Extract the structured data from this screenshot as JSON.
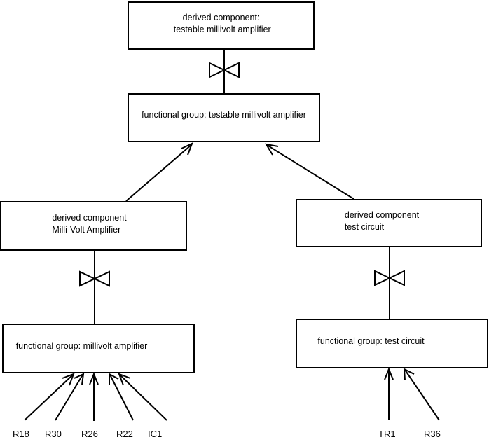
{
  "diagram": {
    "type": "component-hierarchy-diagram",
    "background_color": "#ffffff",
    "line_color": "#000000",
    "nodes": [
      {
        "id": "derived-testable-millivolt-amplifier",
        "kind": "derived component",
        "text": "derived component:\n testable millivolt amplifier",
        "align": "center"
      },
      {
        "id": "functional-group-testable-millivolt-amplifier",
        "kind": "functional group",
        "text": "functional group: testable millivolt amplifier",
        "align": "center"
      },
      {
        "id": "derived-milli-volt-amplifier",
        "kind": "derived component",
        "text": "derived component\nMilli-Volt Amplifier",
        "align": "left"
      },
      {
        "id": "derived-test-circuit",
        "kind": "derived component",
        "text": "derived component\ntest circuit",
        "align": "left"
      },
      {
        "id": "functional-group-millivolt-amplifier",
        "kind": "functional group",
        "text": "functional group: millivolt amplifier",
        "align": "center"
      },
      {
        "id": "functional-group-test-circuit",
        "kind": "functional group",
        "text": "functional group: test circuit",
        "align": "center"
      }
    ],
    "leaf_labels": [
      {
        "id": "leaf-r18",
        "text": "R18"
      },
      {
        "id": "leaf-r30",
        "text": "R30"
      },
      {
        "id": "leaf-r26",
        "text": "R26"
      },
      {
        "id": "leaf-r22",
        "text": "R22"
      },
      {
        "id": "leaf-ic1",
        "text": "IC1"
      },
      {
        "id": "leaf-tr1",
        "text": "TR1"
      },
      {
        "id": "leaf-r36",
        "text": "R36"
      }
    ],
    "connectors": {
      "realization_bowtie_count": 3,
      "arrow_count": 9,
      "bowtie_name": "bowtie-realization-connector",
      "arrow_name": "open-arrowhead-connector"
    }
  }
}
